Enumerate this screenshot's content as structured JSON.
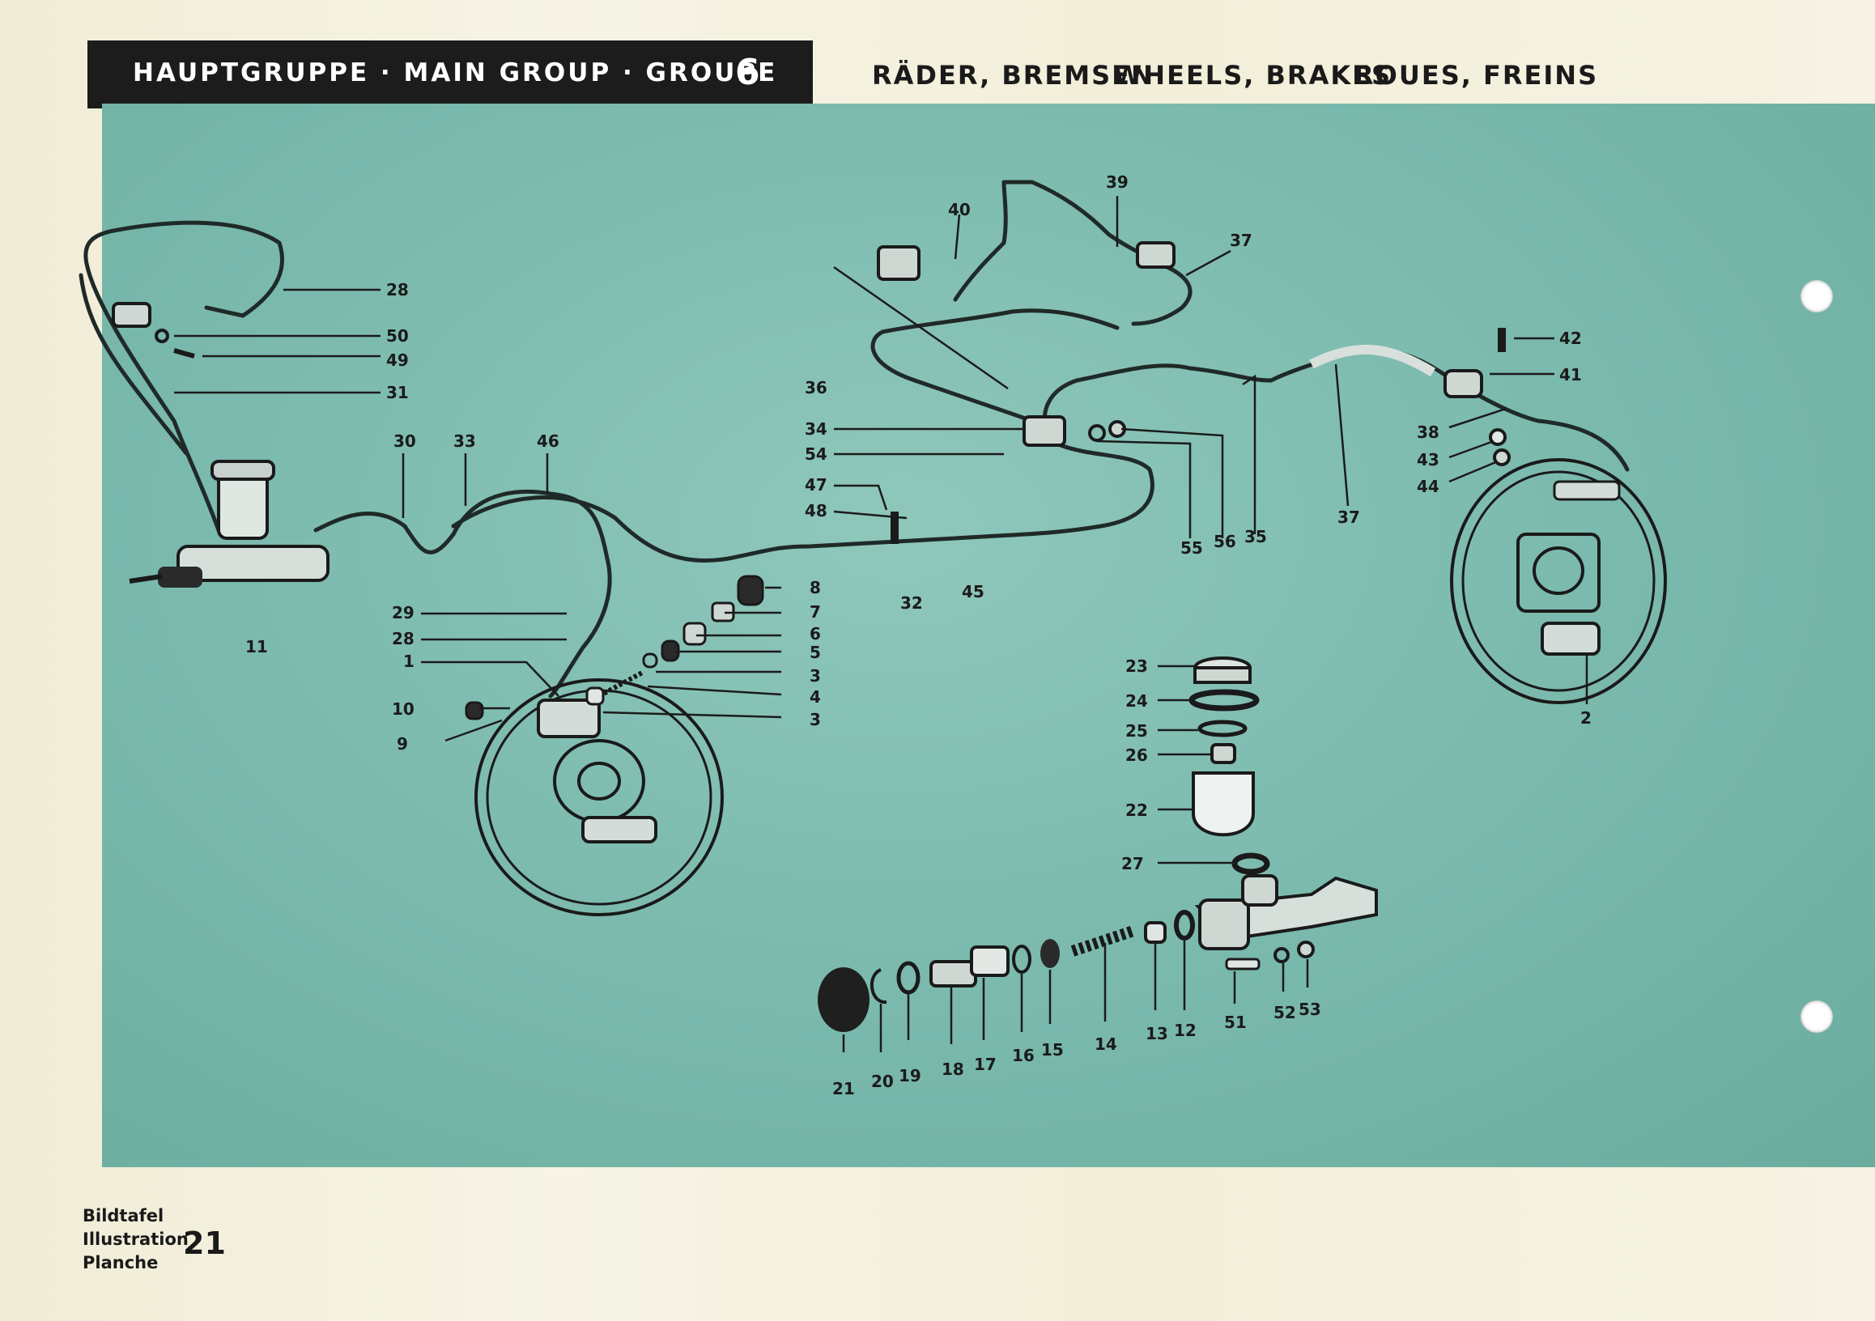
{
  "header": {
    "group_label": "HAUPTGRUPPE · MAIN GROUP · GROUPE",
    "group_number": "6",
    "title_de": "RÄDER, BREMSEN",
    "title_en": "WHEELS, BRAKES",
    "title_fr": "ROUES, FREINS"
  },
  "plate": {
    "line1": "Bildtafel",
    "line2": "Illustration",
    "line3": "Planche",
    "number": "21"
  },
  "callouts": [
    {
      "id": "c28a",
      "text": "28"
    },
    {
      "id": "c50",
      "text": "50"
    },
    {
      "id": "c49",
      "text": "49"
    },
    {
      "id": "c31",
      "text": "31"
    },
    {
      "id": "c30",
      "text": "30"
    },
    {
      "id": "c33",
      "text": "33"
    },
    {
      "id": "c46",
      "text": "46"
    },
    {
      "id": "c11",
      "text": "11"
    },
    {
      "id": "c29",
      "text": "29"
    },
    {
      "id": "c28b",
      "text": "28"
    },
    {
      "id": "c1",
      "text": "1"
    },
    {
      "id": "c10",
      "text": "10"
    },
    {
      "id": "c9",
      "text": "9"
    },
    {
      "id": "c8",
      "text": "8"
    },
    {
      "id": "c7",
      "text": "7"
    },
    {
      "id": "c6",
      "text": "6"
    },
    {
      "id": "c5",
      "text": "5"
    },
    {
      "id": "c3a",
      "text": "3"
    },
    {
      "id": "c4",
      "text": "4"
    },
    {
      "id": "c3b",
      "text": "3"
    },
    {
      "id": "c32",
      "text": "32"
    },
    {
      "id": "c45",
      "text": "45"
    },
    {
      "id": "c36",
      "text": "36"
    },
    {
      "id": "c34",
      "text": "34"
    },
    {
      "id": "c54",
      "text": "54"
    },
    {
      "id": "c47",
      "text": "47"
    },
    {
      "id": "c48",
      "text": "48"
    },
    {
      "id": "c40",
      "text": "40"
    },
    {
      "id": "c39",
      "text": "39"
    },
    {
      "id": "c37a",
      "text": "37"
    },
    {
      "id": "c55",
      "text": "55"
    },
    {
      "id": "c56",
      "text": "56"
    },
    {
      "id": "c35",
      "text": "35"
    },
    {
      "id": "c37b",
      "text": "37"
    },
    {
      "id": "c42",
      "text": "42"
    },
    {
      "id": "c41",
      "text": "41"
    },
    {
      "id": "c38",
      "text": "38"
    },
    {
      "id": "c43",
      "text": "43"
    },
    {
      "id": "c44",
      "text": "44"
    },
    {
      "id": "c2",
      "text": "2"
    },
    {
      "id": "c23",
      "text": "23"
    },
    {
      "id": "c24",
      "text": "24"
    },
    {
      "id": "c25",
      "text": "25"
    },
    {
      "id": "c26",
      "text": "26"
    },
    {
      "id": "c22",
      "text": "22"
    },
    {
      "id": "c27",
      "text": "27"
    },
    {
      "id": "c21",
      "text": "21"
    },
    {
      "id": "c20",
      "text": "20"
    },
    {
      "id": "c19",
      "text": "19"
    },
    {
      "id": "c18",
      "text": "18"
    },
    {
      "id": "c17",
      "text": "17"
    },
    {
      "id": "c16",
      "text": "16"
    },
    {
      "id": "c15",
      "text": "15"
    },
    {
      "id": "c14",
      "text": "14"
    },
    {
      "id": "c13",
      "text": "13"
    },
    {
      "id": "c12",
      "text": "12"
    },
    {
      "id": "c51",
      "text": "51"
    },
    {
      "id": "c52",
      "text": "52"
    },
    {
      "id": "c53",
      "text": "53"
    }
  ],
  "colors": {
    "background_teal": "#7dbbaf",
    "band": "#1c1c1c",
    "paper": "#f3f0e1",
    "ink": "#1b1b1b"
  }
}
